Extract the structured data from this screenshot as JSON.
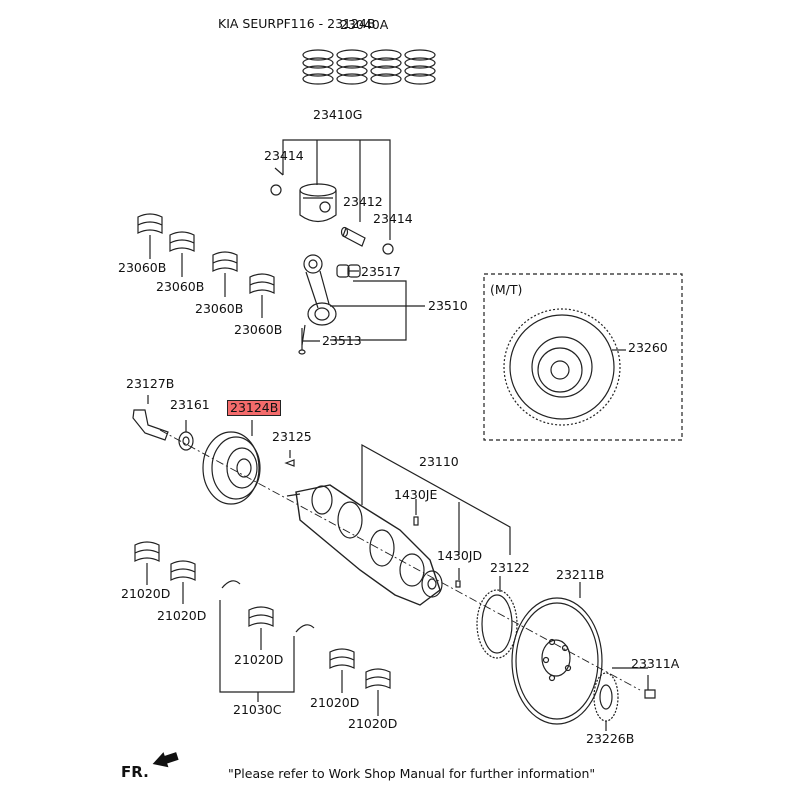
{
  "header": {
    "title": "KIA SEURPF116 - 23124B"
  },
  "callout_section": "(M/T)",
  "highlighted_part": "23124B",
  "parts": {
    "p23040A": "23040A",
    "p23410G": "23410G",
    "p23414a": "23414",
    "p23414b": "23414",
    "p23412": "23412",
    "p23060B_1": "23060B",
    "p23060B_2": "23060B",
    "p23060B_3": "23060B",
    "p23060B_4": "23060B",
    "p23517": "23517",
    "p23510": "23510",
    "p23513": "23513",
    "p23260": "23260",
    "p23127B": "23127B",
    "p23161": "23161",
    "p23124B": "23124B",
    "p23125": "23125",
    "p23110": "23110",
    "p1430JE": "1430JE",
    "p1430JD": "1430JD",
    "p23122": "23122",
    "p21020D_1": "21020D",
    "p21020D_2": "21020D",
    "p21020D_3": "21020D",
    "p21020D_4": "21020D",
    "p21020D_5": "21020D",
    "p21030C": "21030C",
    "p23211B": "23211B",
    "p23311A": "23311A",
    "p23226B": "23226B"
  },
  "orientation": {
    "label": "FR."
  },
  "footer": {
    "note": "\"Please refer to Work Shop Manual for further information\""
  },
  "colors": {
    "highlight": "#f46b6b",
    "line": "#222222"
  }
}
